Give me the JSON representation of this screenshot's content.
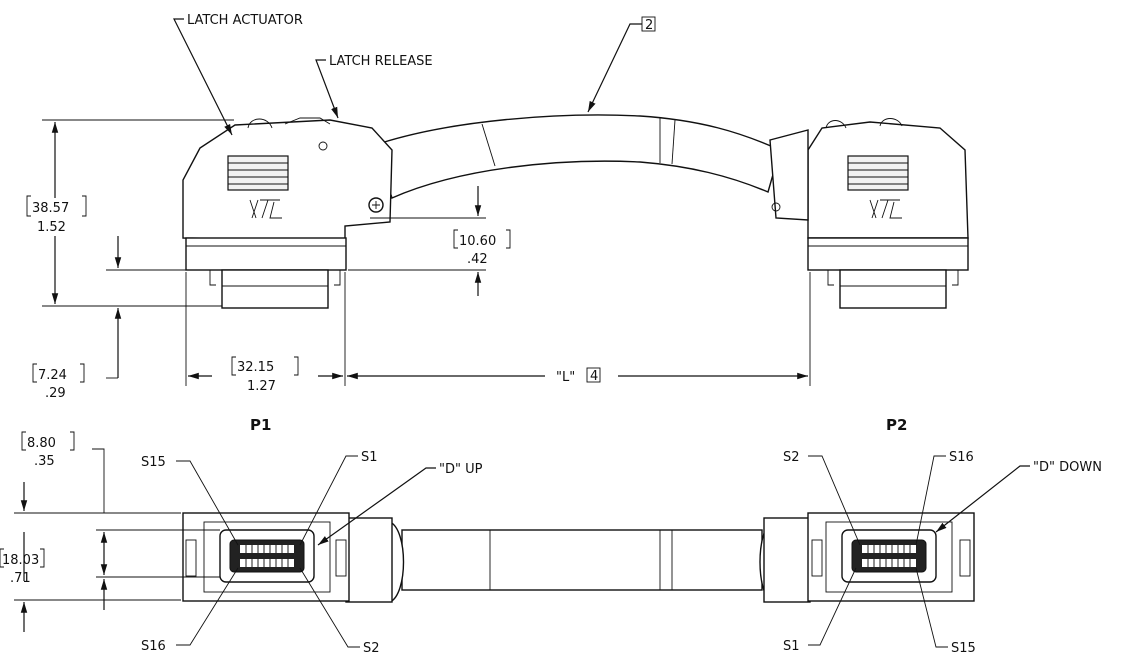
{
  "callouts": {
    "latch_actuator": "LATCH ACTUATOR",
    "latch_release": "LATCH RELEASE",
    "note_2": "2",
    "d_up": "\"D\" UP",
    "d_down": "\"D\" DOWN"
  },
  "dimensions": {
    "height_mm": "38.57",
    "height_in": "1.52",
    "offset_mm": "10.60",
    "offset_in": ".42",
    "lower_mm": "7.24",
    "lower_in": ".29",
    "width_mm": "32.15",
    "width_in": "1.27",
    "length_label": "\"L\"",
    "length_note": "4",
    "face_a_mm": "8.80",
    "face_a_in": ".35",
    "face_b_mm": "18.03",
    "face_b_in": ".71"
  },
  "plugs": {
    "p1": "P1",
    "p2": "P2"
  },
  "pins_p1": {
    "top_left": "S15",
    "top_right": "S1",
    "bottom_left": "S16",
    "bottom_right": "S2"
  },
  "pins_p2": {
    "top_left": "S2",
    "top_right": "S16",
    "bottom_left": "S1",
    "bottom_right": "S15"
  }
}
